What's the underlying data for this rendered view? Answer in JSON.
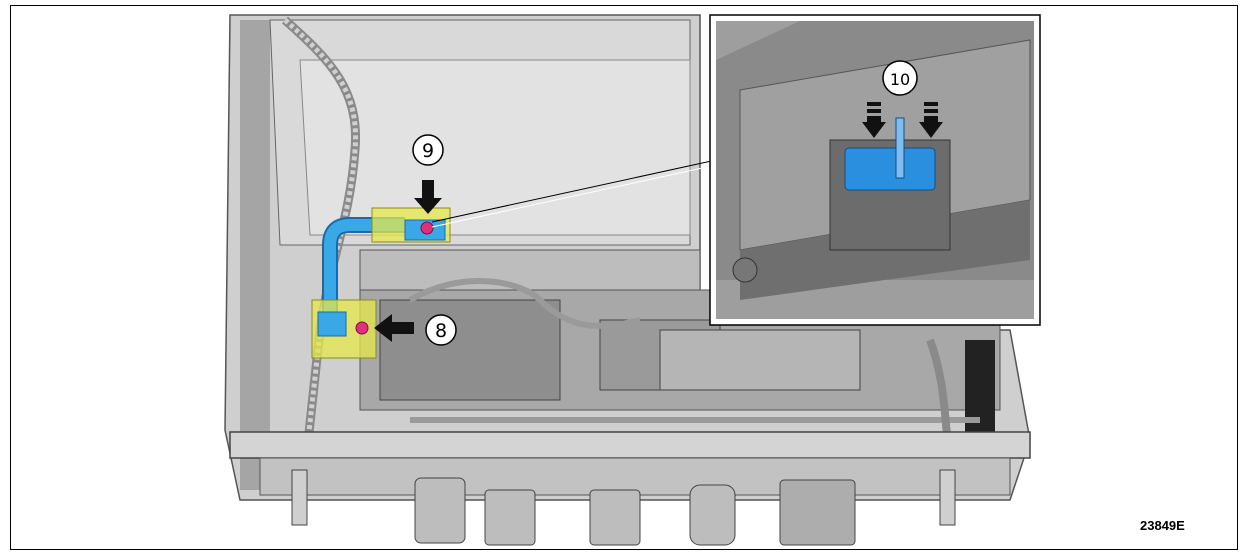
{
  "figure": {
    "id": "23849E",
    "callouts": [
      {
        "number": "8",
        "label": "⑧"
      },
      {
        "number": "9",
        "label": "⑨"
      },
      {
        "number": "10",
        "label": "⑩"
      }
    ]
  },
  "colors": {
    "body_gray": "#c7c7c7",
    "dark_gray": "#7a7a7a",
    "cable_blue": "#3aa8e6",
    "highlight_yellow": "#e6e84a",
    "bolt_pink": "#e0307a",
    "connector_blue": "#2b8fe0"
  }
}
